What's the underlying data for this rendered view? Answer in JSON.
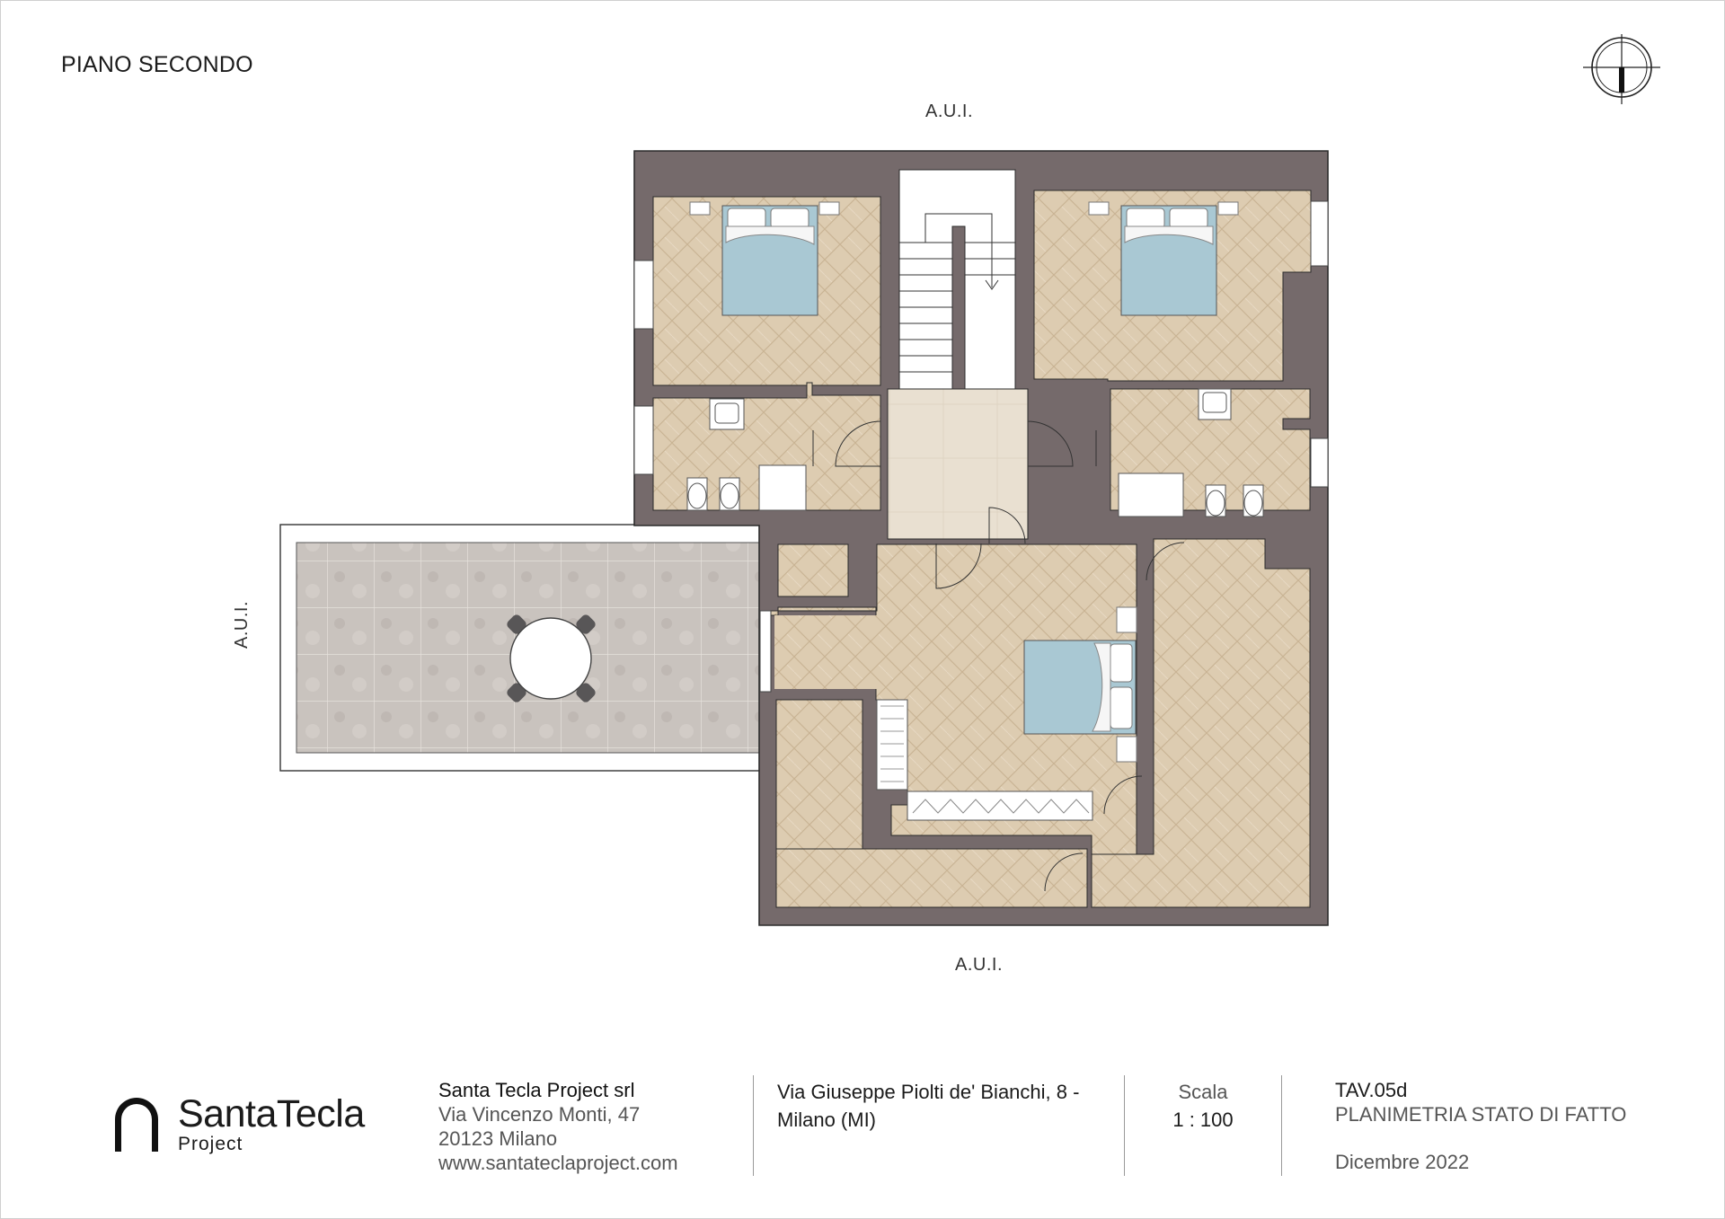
{
  "floor_title": "PIANO SECONDO",
  "aui_labels": {
    "top": "A.U.I.",
    "bottom": "A.U.I.",
    "left": "A.U.I."
  },
  "footer": {
    "brand": "SantaTecla",
    "brand_sub": "Project",
    "company_name": "Santa Tecla Project srl",
    "company_street": "Via Vincenzo Monti, 47",
    "company_city": "20123 Milano",
    "company_web": "www.santateclaproject.com",
    "address_line1": "Via Giuseppe Piolti de' Bianchi, 8 -",
    "address_line2": "Milano (MI)",
    "scale_label": "Scala",
    "scale_value": "1 : 100",
    "sheet_code": "TAV.05d",
    "sheet_title": "PLANIMETRIA STATO DI FATTO",
    "sheet_date": "Dicembre 2022"
  },
  "colors": {
    "wall": "#756a6b",
    "parquet": "#ddccb1",
    "hall_floor": "#e9e0d1",
    "terrace": "#c8c2bd",
    "bed": "#a9c8d3",
    "outline": "#2b2b2b"
  },
  "icons": [
    "north-arrow-icon",
    "santatecla-arch-logo-icon"
  ]
}
